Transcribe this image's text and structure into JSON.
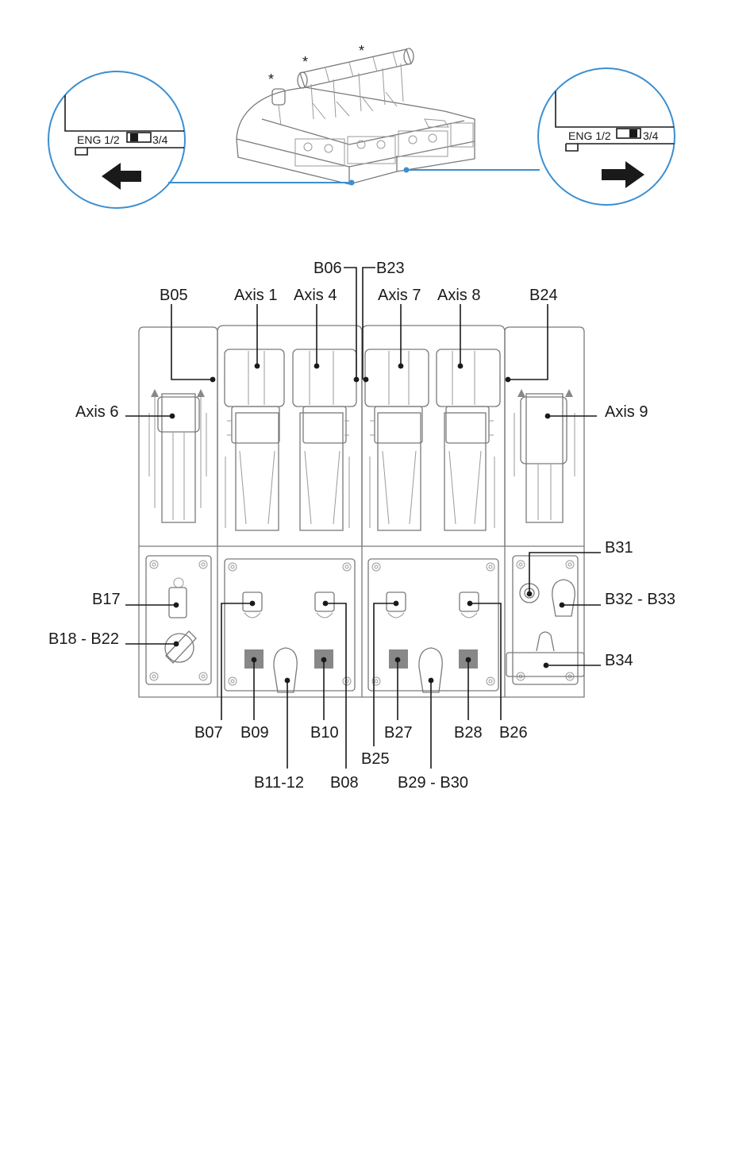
{
  "top_illustration": {
    "stars": [
      "*",
      "*",
      "*"
    ],
    "left_zoom": {
      "eng_left": "ENG 1/2",
      "eng_right": "3/4",
      "arrow": "left-arrow-icon"
    },
    "right_zoom": {
      "eng_left": "ENG 1/2",
      "eng_right": "3/4",
      "arrow": "right-arrow-icon"
    },
    "accent_color": "#3b8fd1"
  },
  "labels": {
    "b06": "B06",
    "b23": "B23",
    "b05": "B05",
    "axis1": "Axis 1",
    "axis4": "Axis 4",
    "axis7": "Axis 7",
    "axis8": "Axis 8",
    "b24": "B24",
    "axis6": "Axis 6",
    "axis9": "Axis 9",
    "b31": "B31",
    "b17": "B17",
    "b32_b33": "B32 - B33",
    "b18_b22": "B18 - B22",
    "b34": "B34",
    "b07": "B07",
    "b09": "B09",
    "b10": "B10",
    "b27": "B27",
    "b28": "B28",
    "b26": "B26",
    "b25": "B25",
    "b11_12": "B11-12",
    "b08": "B08",
    "b29_b30": "B29 - B30"
  }
}
